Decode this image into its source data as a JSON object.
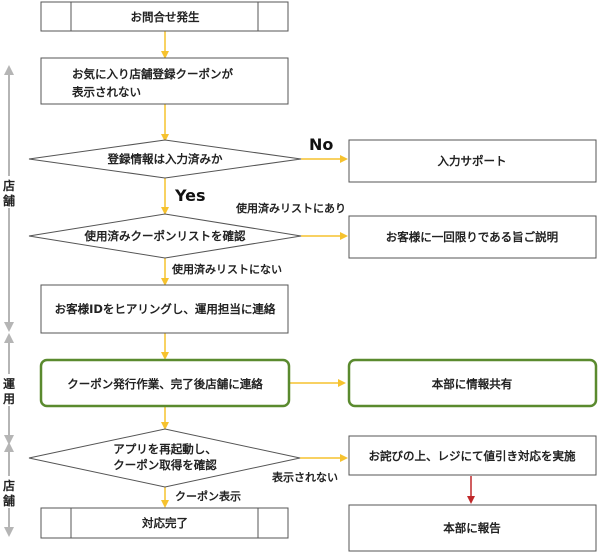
{
  "nodes": {
    "start": "お問合せ発生",
    "issue_line1": "お気に入り店舗登録クーポンが",
    "issue_line2": "表示されない",
    "decision_registered": "登録情報は入力済みか",
    "input_support": "入力サポート",
    "decision_used_list": "使用済みクーポンリストを確認",
    "explain_one_time": "お客様に一回限りである旨ご説明",
    "hearing_contact": "お客様IDをヒアリングし、運用担当に連絡",
    "issue_coupon": "クーポン発行作業、完了後店舗に連絡",
    "share_hq": "本部に情報共有",
    "decision_restart_line1": "アプリを再起動し、",
    "decision_restart_line2": "クーポン取得を確認",
    "apology_discount": "お詫びの上、レジにて値引き対応を実施",
    "done": "対応完了",
    "report_hq": "本部に報告"
  },
  "edge_labels": {
    "no": "No",
    "yes": "Yes",
    "in_used_list": "使用済みリストにあり",
    "not_in_used_list": "使用済みリストにない",
    "not_displayed": "表示されない",
    "coupon_displayed": "クーポン表示"
  },
  "lanes": [
    {
      "chars": [
        "店",
        "舗"
      ]
    },
    {
      "chars": [
        "運",
        "用"
      ]
    },
    {
      "chars": [
        "店",
        "舗"
      ]
    }
  ],
  "colors": {
    "arrow": "#f6c22e",
    "green_border": "#5a8a2e",
    "red_arrow": "#c0282a",
    "lane_arrow": "#b5b5b5",
    "box_border": "#555555"
  }
}
